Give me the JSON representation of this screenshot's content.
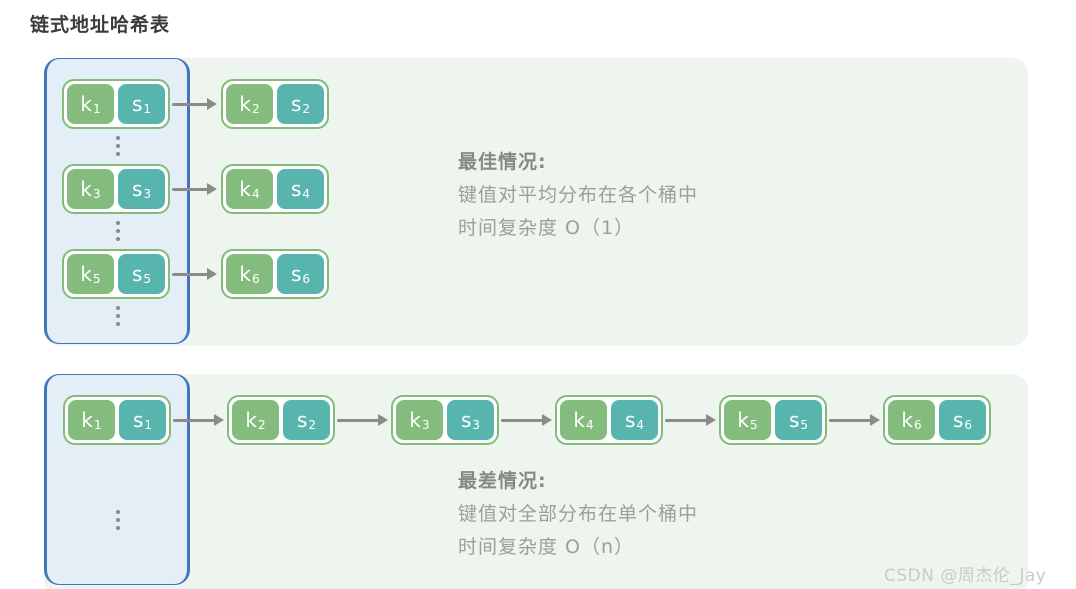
{
  "title": "链式地址哈希表",
  "watermark": "CSDN @周杰伦_Jay",
  "colors": {
    "key_cell_green": "#84BC7D",
    "value_cell_teal": "#57B5AE",
    "pair_border_green": "#82BB7A",
    "bucket_fill_blue": "#E3EEF7",
    "bucket_border_blue": "#4076BD",
    "panel_fill_green": "#EEF5EE",
    "arrow_gray": "#8B8B8B",
    "caption_gray": "#9D9D9D"
  },
  "best_case": {
    "heading": "最佳情况:",
    "line1": "键值对平均分布在各个桶中",
    "line2": "时间复杂度 O（1）",
    "bucket_pairs": [
      {
        "key": "k",
        "key_sub": "1",
        "value": "s",
        "value_sub": "1"
      },
      {
        "key": "k",
        "key_sub": "3",
        "value": "s",
        "value_sub": "3"
      },
      {
        "key": "k",
        "key_sub": "5",
        "value": "s",
        "value_sub": "5"
      }
    ],
    "linked_pairs": [
      {
        "key": "k",
        "key_sub": "2",
        "value": "s",
        "value_sub": "2"
      },
      {
        "key": "k",
        "key_sub": "4",
        "value": "s",
        "value_sub": "4"
      },
      {
        "key": "k",
        "key_sub": "6",
        "value": "s",
        "value_sub": "6"
      }
    ]
  },
  "worst_case": {
    "heading": "最差情况:",
    "line1": "键值对全部分布在单个桶中",
    "line2": "时间复杂度 O（n）",
    "chain_pairs": [
      {
        "key": "k",
        "key_sub": "1",
        "value": "s",
        "value_sub": "1"
      },
      {
        "key": "k",
        "key_sub": "2",
        "value": "s",
        "value_sub": "2"
      },
      {
        "key": "k",
        "key_sub": "3",
        "value": "s",
        "value_sub": "3"
      },
      {
        "key": "k",
        "key_sub": "4",
        "value": "s",
        "value_sub": "4"
      },
      {
        "key": "k",
        "key_sub": "5",
        "value": "s",
        "value_sub": "5"
      },
      {
        "key": "k",
        "key_sub": "6",
        "value": "s",
        "value_sub": "6"
      }
    ]
  }
}
